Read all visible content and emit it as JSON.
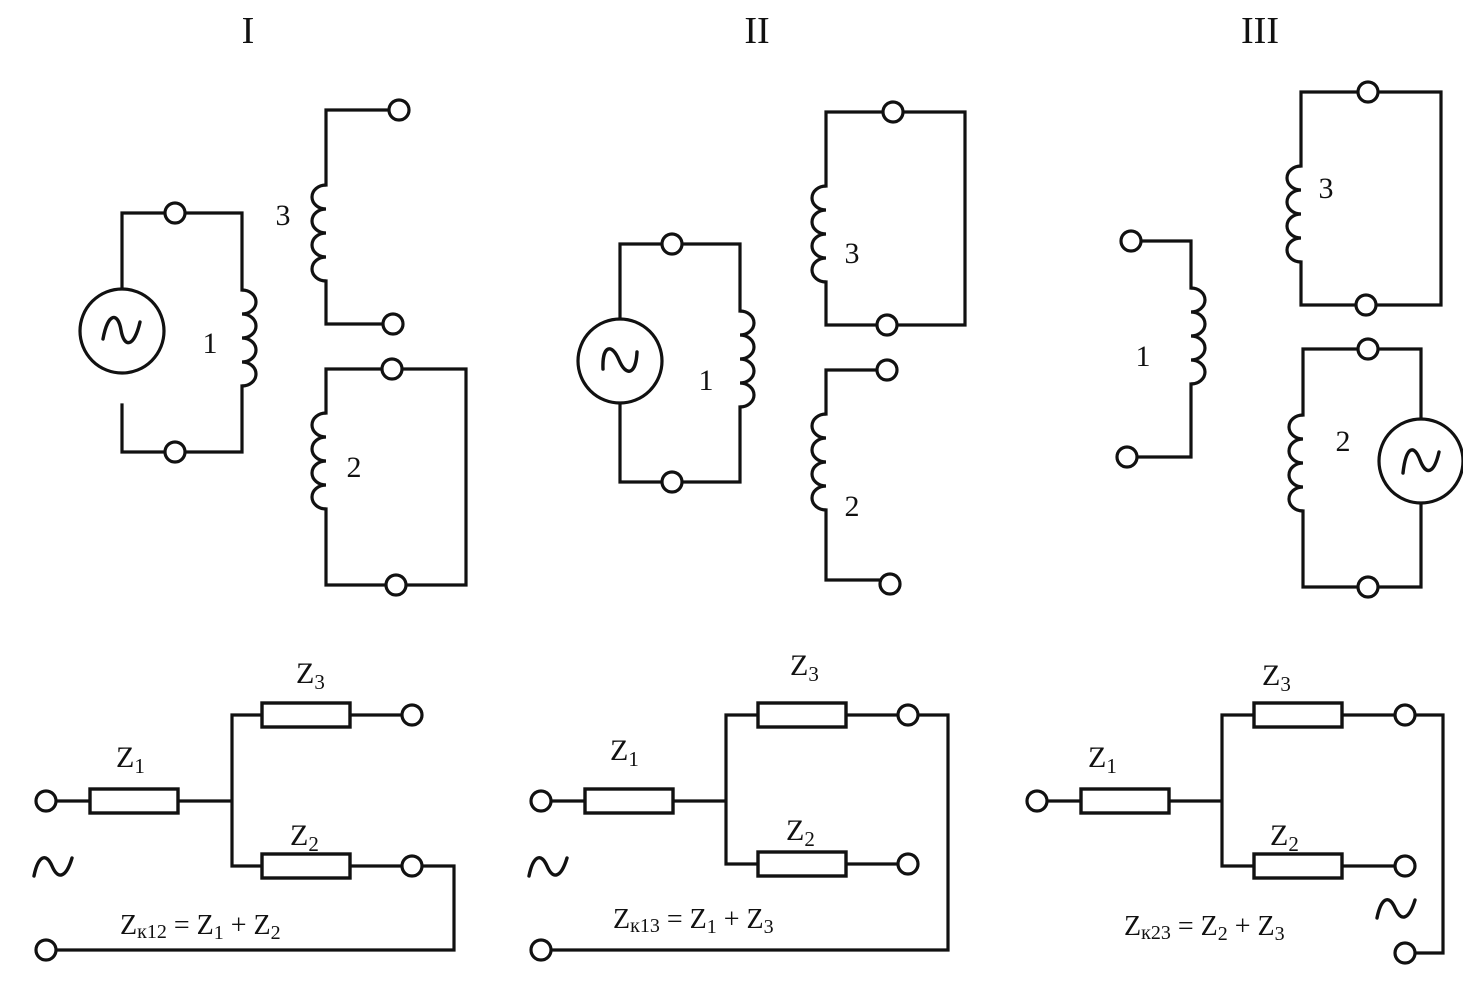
{
  "panels": [
    {
      "roman": "I",
      "coil_labels": {
        "w1": "1",
        "w2": "2",
        "w3": "3"
      },
      "z_labels": {
        "z1": "Z",
        "z1_sub": "1",
        "z2": "Z",
        "z2_sub": "2",
        "z3": "Z",
        "z3_sub": "3"
      },
      "formula": {
        "lhs": "Z",
        "lhs_sub": "к12",
        "eq": " = ",
        "a": "Z",
        "a_sub": "1",
        "plus": " + ",
        "b": "Z",
        "b_sub": "2"
      }
    },
    {
      "roman": "II",
      "coil_labels": {
        "w1": "1",
        "w2": "2",
        "w3": "3"
      },
      "z_labels": {
        "z1": "Z",
        "z1_sub": "1",
        "z2": "Z",
        "z2_sub": "2",
        "z3": "Z",
        "z3_sub": "3"
      },
      "formula": {
        "lhs": "Z",
        "lhs_sub": "к13",
        "eq": " = ",
        "a": "Z",
        "a_sub": "1",
        "plus": " + ",
        "b": "Z",
        "b_sub": "3"
      }
    },
    {
      "roman": "III",
      "coil_labels": {
        "w1": "1",
        "w2": "2",
        "w3": "3"
      },
      "z_labels": {
        "z1": "Z",
        "z1_sub": "1",
        "z2": "Z",
        "z2_sub": "2",
        "z3": "Z",
        "z3_sub": "3"
      },
      "formula": {
        "lhs": "Z",
        "lhs_sub": "к23",
        "eq": " = ",
        "a": "Z",
        "a_sub": "2",
        "plus": " + ",
        "b": "Z",
        "b_sub": "3"
      }
    }
  ],
  "ac_symbol": "~",
  "icons": {
    "source": "ac-source-icon",
    "terminal": "terminal-icon",
    "coil": "inductor-coil-icon",
    "resistor": "impedance-icon"
  }
}
